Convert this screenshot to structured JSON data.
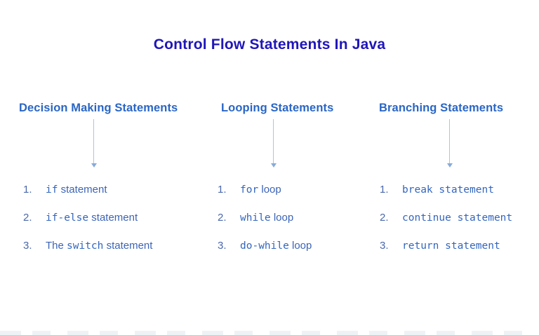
{
  "title": "Control Flow Statements In Java",
  "columns": [
    {
      "heading": "Decision Making Statements",
      "items": [
        {
          "number": "1.",
          "segments": [
            {
              "text": "if",
              "mono": true
            },
            {
              "text": " statement",
              "mono": false
            }
          ]
        },
        {
          "number": "2.",
          "segments": [
            {
              "text": "if-else",
              "mono": true
            },
            {
              "text": " statement",
              "mono": false
            }
          ]
        },
        {
          "number": "3.",
          "segments": [
            {
              "text": "The ",
              "mono": false
            },
            {
              "text": "switch",
              "mono": true
            },
            {
              "text": " statement",
              "mono": false
            }
          ]
        }
      ]
    },
    {
      "heading": "Looping Statements",
      "items": [
        {
          "number": "1.",
          "segments": [
            {
              "text": "for",
              "mono": true
            },
            {
              "text": " loop",
              "mono": false
            }
          ]
        },
        {
          "number": "2.",
          "segments": [
            {
              "text": "while",
              "mono": true
            },
            {
              "text": " loop",
              "mono": false
            }
          ]
        },
        {
          "number": "3.",
          "segments": [
            {
              "text": "do-while",
              "mono": true
            },
            {
              "text": " loop",
              "mono": false
            }
          ]
        }
      ]
    },
    {
      "heading": "Branching Statements",
      "items": [
        {
          "number": "1.",
          "segments": [
            {
              "text": "break statement",
              "mono": true
            }
          ]
        },
        {
          "number": "2.",
          "segments": [
            {
              "text": "continue statement",
              "mono": true
            }
          ]
        },
        {
          "number": "3.",
          "segments": [
            {
              "text": "return statement",
              "mono": true
            }
          ]
        }
      ]
    }
  ],
  "icons": {
    "arrow": "down-arrow-icon"
  },
  "colors": {
    "background": "#ffffff",
    "title": "#2016b8",
    "heading": "#2a66c4",
    "list_number": "#4a68ac",
    "list_text": "#3c64b6",
    "code_text": "#3366bf",
    "arrow": "#a8c4e8",
    "arrowhead": "#87abd8"
  }
}
